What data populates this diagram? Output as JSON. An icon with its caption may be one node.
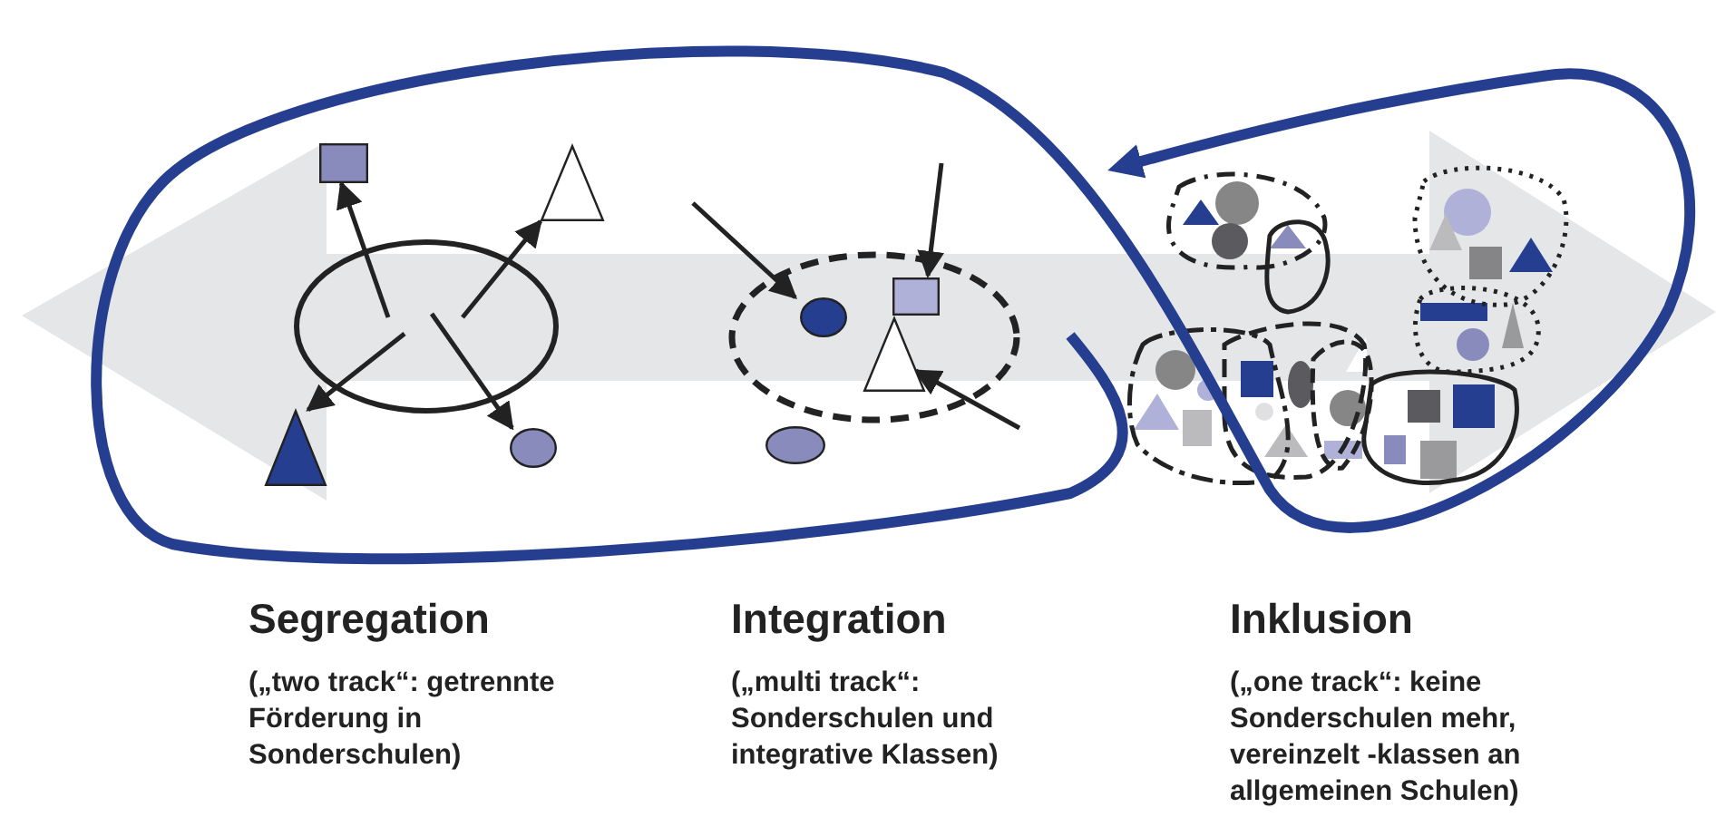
{
  "diagram": {
    "nodes": [
      {
        "text": [],
        "shape": "ellipse"
      },
      {
        "text": [],
        "shape": "box"
      },
      {
        "text": [],
        "shape": "triangle"
      },
      {
        "text": [],
        "shape": "triangle"
      },
      {
        "text": [],
        "shape": "circle"
      },
      {
        "text": [],
        "shape": "ellipse"
      },
      {
        "text": [],
        "shape": "circle",
        "in": 5
      },
      {
        "text": [],
        "shape": "box",
        "in": 5
      },
      {
        "text": [],
        "shape": "triangle",
        "in": 5
      },
      {
        "text": [],
        "shape": "circle"
      }
    ],
    "edges": [
      {
        "from": 0,
        "to": 1,
        "arrow": "to"
      },
      {
        "from": 0,
        "to": 2,
        "arrow": "to"
      },
      {
        "from": 0,
        "to": 3,
        "arrow": "to"
      },
      {
        "from": 0,
        "to": 4,
        "arrow": "to"
      },
      {
        "from": null,
        "to": 6,
        "arrow": "to"
      },
      {
        "from": null,
        "to": 7,
        "arrow": "to"
      },
      {
        "from": null,
        "to": 8,
        "arrow": "to"
      }
    ],
    "labels": [
      "Segregation",
      "(„two track“: getrennte Förderung in Sonderschulen)",
      "Integration",
      "(„multi track“: Sonderschulen und integrative Klassen)",
      "Inklusion",
      "(„one track“: keine Sonderschulen mehr, vereinzelt -klassen an allgemeinen Schulen)"
    ]
  }
}
